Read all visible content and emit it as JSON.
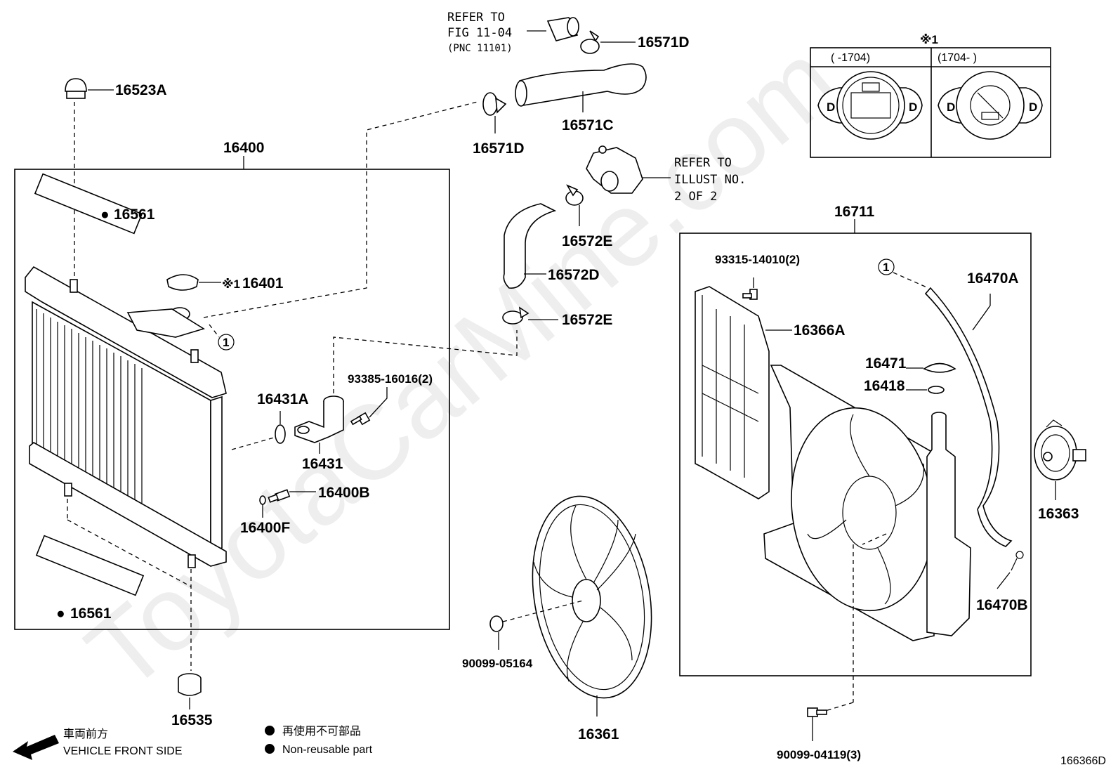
{
  "watermark": "ToyotaCarMine.com",
  "parts": {
    "p16400": "16400",
    "p16523A": "16523A",
    "p16561_top": "16561",
    "p16561_bottom": "16561",
    "p16401": "16401",
    "p16431A": "16431A",
    "p16431": "16431",
    "p93385": "93385-16016(2)",
    "p16400B": "16400B",
    "p16400F": "16400F",
    "p16535": "16535",
    "p16571D_top": "16571D",
    "p16571C": "16571C",
    "p16571D_mid": "16571D",
    "p16572E_top": "16572E",
    "p16572D": "16572D",
    "p16572E_bottom": "16572E",
    "p90099_05164": "90099-05164",
    "p16361": "16361",
    "p16711": "16711",
    "p93315": "93315-14010(2)",
    "p16366A": "16366A",
    "p16470A": "16470A",
    "p16471": "16471",
    "p16418": "16418",
    "p16363": "16363",
    "p16470B": "16470B",
    "p90099_04119": "90099-04119(3)"
  },
  "refs": {
    "fig_line1": "REFER TO",
    "fig_line2": "FIG 11-04",
    "fig_line3": "(PNC 11101)",
    "illust_line1": "REFER TO",
    "illust_line2": "ILLUST NO.",
    "illust_line3": "2 OF 2"
  },
  "markers": {
    "circle_one": "1",
    "note_mark": "※1",
    "note_mark_16401": "※1"
  },
  "inset": {
    "col1": "(      -1704)",
    "col2": "(1704-      )"
  },
  "legend": {
    "front_jp": "車両前方",
    "front_en": "VEHICLE FRONT SIDE",
    "nonreuse_jp": "再使用不可部品",
    "nonreuse_en": "Non-reusable part"
  },
  "diagram_code": "166366D"
}
